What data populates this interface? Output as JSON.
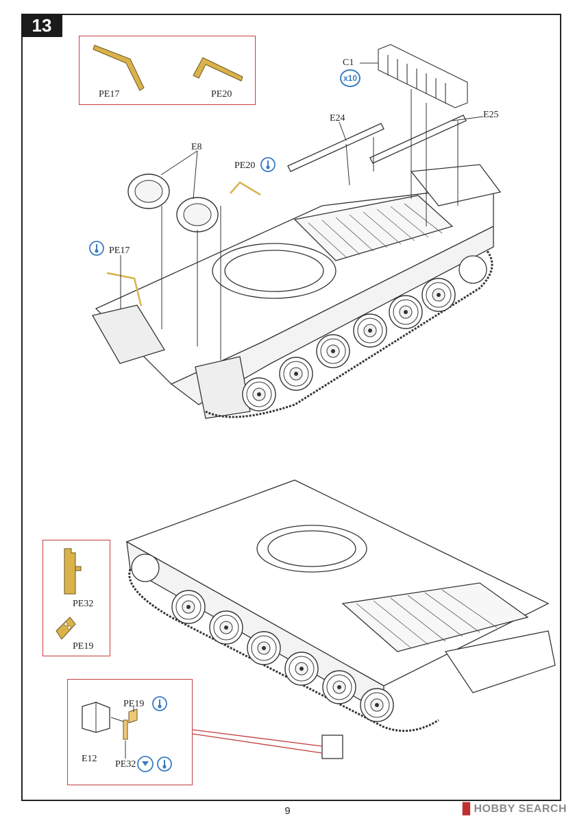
{
  "step": {
    "number": "13"
  },
  "parts": {
    "pe17": "PE17",
    "pe20": "PE20",
    "pe32": "PE32",
    "pe19": "PE19",
    "e8": "E8",
    "e12": "E12",
    "e24": "E24",
    "e25": "E25",
    "c1": "C1",
    "c1_qty": "x10"
  },
  "page": {
    "number": "9"
  },
  "watermark": {
    "text": "HOBBY SEARCH"
  },
  "colors": {
    "brass": "#d9b24a",
    "callout": "#3a7cc4",
    "box": "#c43c3c",
    "line": "#333333"
  }
}
